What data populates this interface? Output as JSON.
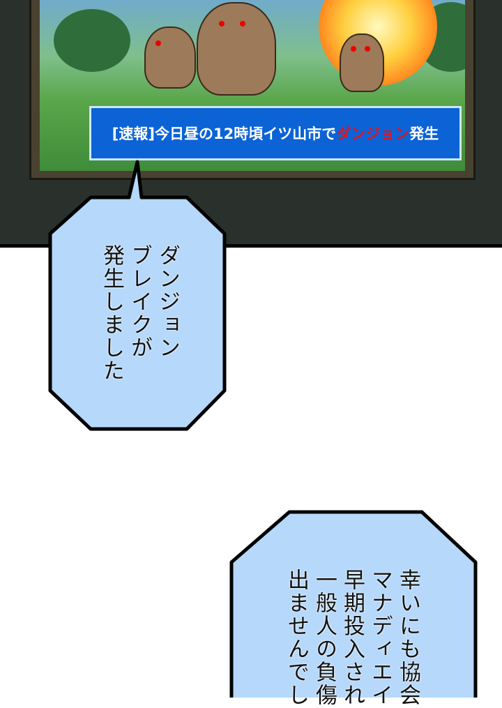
{
  "panel_top": {
    "news_ticker": {
      "prefix": "[速報]今日昼の12時頃イツ山市で",
      "highlight": "ダンジョン",
      "suffix": "発生",
      "highlight_color": "#e0141e",
      "background_color": "#0b63d6"
    }
  },
  "bubbles": [
    {
      "lines": [
        "ダンジョン",
        "ブレイクが",
        "発生しました"
      ],
      "fill": "#b5d8fb"
    },
    {
      "lines": [
        "幸いにも協会",
        "マナディエイ",
        "早期投入され",
        "一般人の負傷",
        "出ませんでし"
      ],
      "fill": "#b5d8fb"
    }
  ]
}
